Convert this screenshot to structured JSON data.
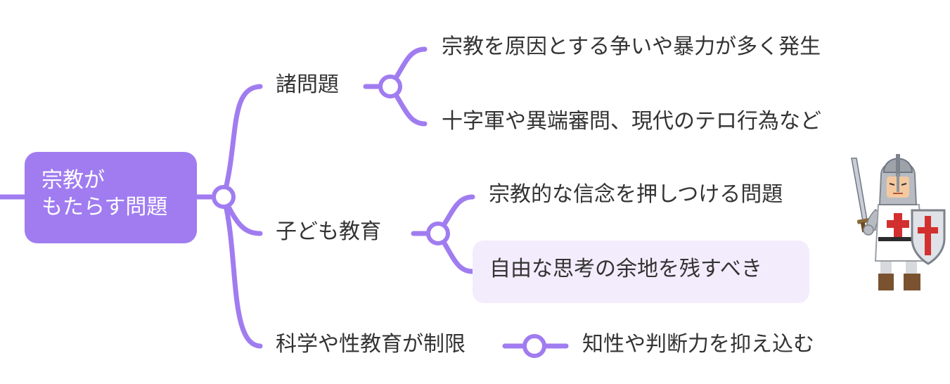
{
  "colors": {
    "accent": "#a07cf0",
    "text": "#333333",
    "highlight": "#f3ecfd"
  },
  "root": {
    "line1": "宗教が",
    "line2": "もたらす問題"
  },
  "branches": [
    {
      "label": "諸問題",
      "children": [
        "宗教を原因とする争いや暴力が多く発生",
        "十字軍や異端審問、現代のテロ行為など"
      ]
    },
    {
      "label": "子ども教育",
      "children": [
        "宗教的な信念を押しつける問題",
        "自由な思考の余地を残すべき"
      ]
    },
    {
      "label": "科学や性教育が制限",
      "children": [
        "知性や判断力を抑え込む"
      ]
    }
  ],
  "illustration": {
    "icon": "crusader-knight-icon"
  }
}
